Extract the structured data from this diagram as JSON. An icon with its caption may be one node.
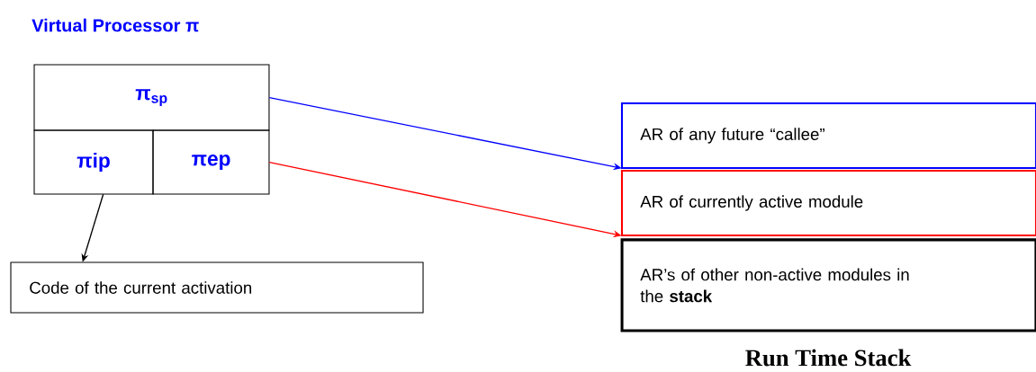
{
  "diagram": {
    "title": "Virtual Processor π",
    "caption": "Run Time Stack",
    "nodes": [
      {
        "text": [
          "π$_{sp}$"
        ]
      },
      {
        "text": [
          "πip"
        ]
      },
      {
        "text": [
          "πep"
        ]
      },
      {
        "text": [
          "Code of the current activation"
        ]
      },
      {
        "text": [
          "AR of any future “callee”"
        ]
      },
      {
        "text": [
          "AR of currently active module"
        ]
      },
      {
        "text": [
          "AR’s of other non-active modules in the **stack**"
        ]
      }
    ],
    "edges": [
      {
        "from": 0,
        "to": 4,
        "arrow": "to",
        "color": "#0000ff"
      },
      {
        "from": 2,
        "to": 5,
        "arrow": "to",
        "color": "#ff0000"
      },
      {
        "from": 1,
        "to": 3,
        "arrow": "to",
        "color": "#000000"
      }
    ]
  }
}
